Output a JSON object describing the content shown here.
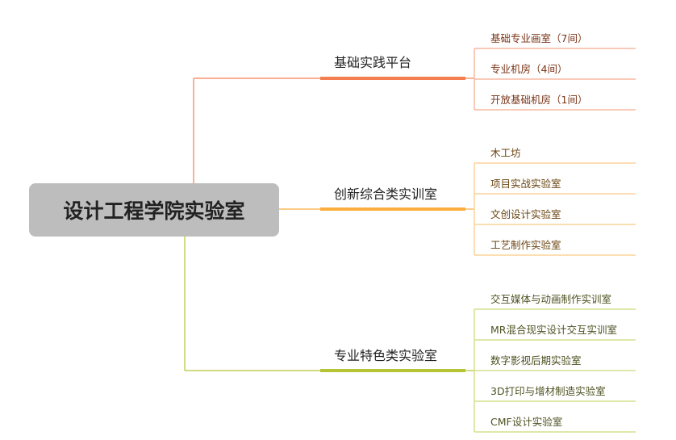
{
  "root": {
    "label": "设计工程学院实验室"
  },
  "branches": [
    {
      "label": "基础实践平台",
      "color": "#f47e50",
      "leaf_line": "#f8b9a0",
      "text_color": "#7a3418",
      "leaves": [
        "基础专业画室（7间）",
        "专业机房（4间）",
        "开放基础机房（1间）"
      ]
    },
    {
      "label": "创新综合类实训室",
      "color": "#fbad3e",
      "leaf_line": "#fcd39a",
      "text_color": "#6b4512",
      "leaves": [
        "木工坊",
        "项目实战实验室",
        "文创设计实验室",
        "工艺制作实验室"
      ]
    },
    {
      "label": "专业特色类实验室",
      "color": "#b4c435",
      "leaf_line": "#d6df8e",
      "text_color": "#4e5221",
      "leaves": [
        "交互媒体与动画制作实训室",
        "MR混合现实设计交互实训室",
        "数字影视后期实验室",
        "3D打印与增材制造实验室",
        "CMF设计实验室"
      ]
    }
  ]
}
